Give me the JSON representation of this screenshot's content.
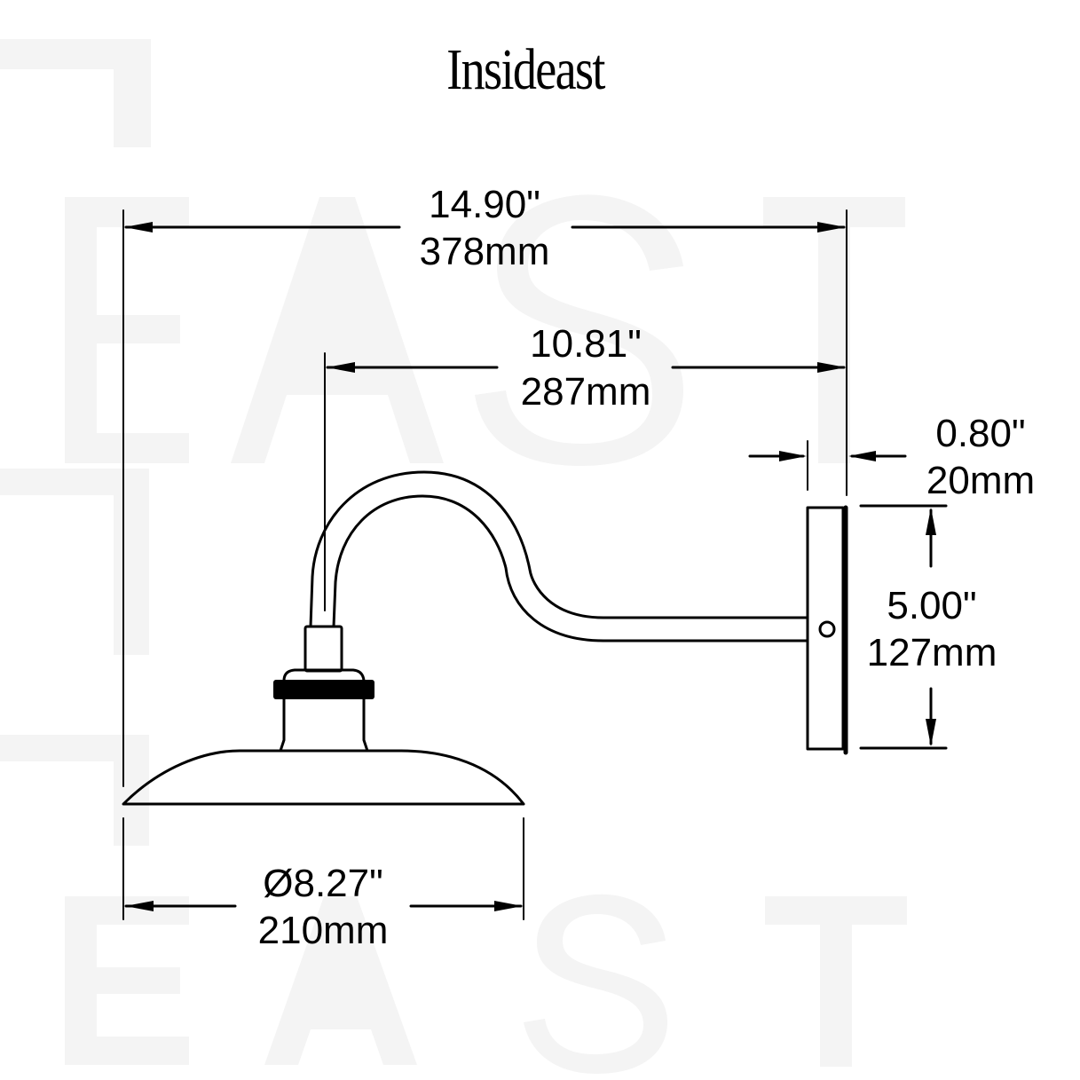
{
  "brand": {
    "logo_text": "Insideast"
  },
  "watermark": {
    "text": "EAST",
    "color": "#f4f4f4"
  },
  "dimensions": {
    "overall_width": {
      "imperial": "14.90\"",
      "metric": "378mm"
    },
    "arm_projection": {
      "imperial": "10.81\"",
      "metric": "287mm"
    },
    "backplate_depth": {
      "imperial": "0.80\"",
      "metric": "20mm"
    },
    "backplate_height": {
      "imperial": "5.00\"",
      "metric": "127mm"
    },
    "shade_diameter": {
      "imperial": "Ø8.27\"",
      "metric": "210mm"
    }
  },
  "colors": {
    "line": "#000000",
    "background": "#ffffff"
  }
}
